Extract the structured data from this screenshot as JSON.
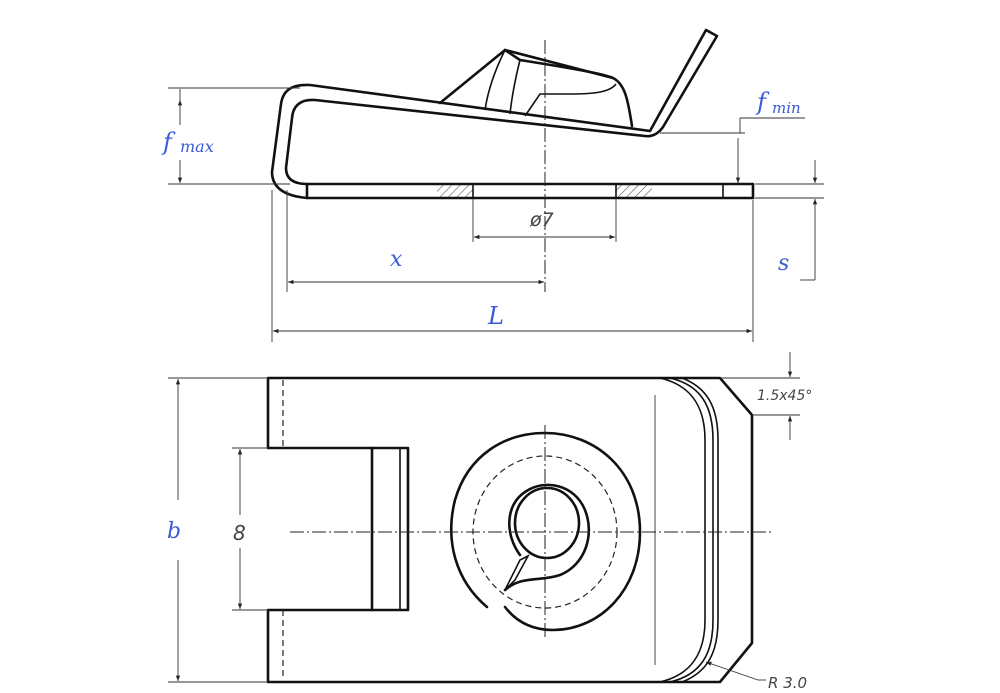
{
  "title": "Spring clip nut technical drawing",
  "labels": {
    "f": "f",
    "max": "max",
    "min": "min",
    "diameter": "ø7",
    "x": "x",
    "L": "L",
    "s": "s",
    "b": "b",
    "slot_width": "8",
    "chamfer": "1.5x45°",
    "radius": "R 3.0"
  },
  "colors": {
    "variable_label": "#3a5ad6",
    "dimension_label": "#444444",
    "line": "#111111"
  }
}
